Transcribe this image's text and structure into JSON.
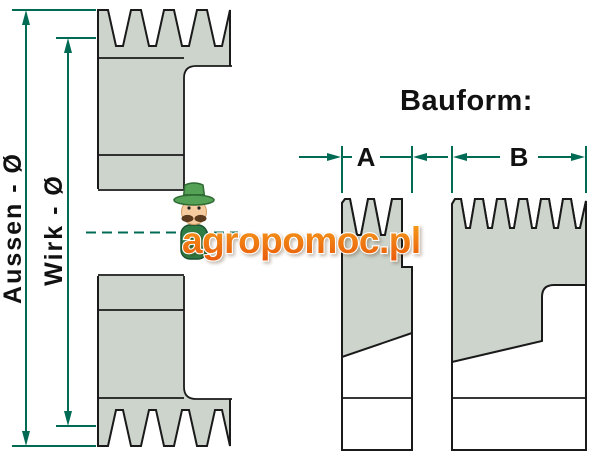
{
  "diagram": {
    "dimensions": {
      "aussen_label": "Aussen - Ø",
      "wirk_label": "Wirk - Ø"
    },
    "bauform": {
      "heading": "Bauform:",
      "form_a_label": "A",
      "form_b_label": "B"
    },
    "watermark": {
      "text": "agropomoc.pl"
    }
  },
  "colors": {
    "dimension-green": "#006B54",
    "section-fill": "#CCD4CC",
    "outline-dark": "#1A1A1A",
    "label-text": "#111111",
    "watermark-orange-top": "#F6A21C",
    "watermark-orange-bottom": "#E95A0B"
  }
}
